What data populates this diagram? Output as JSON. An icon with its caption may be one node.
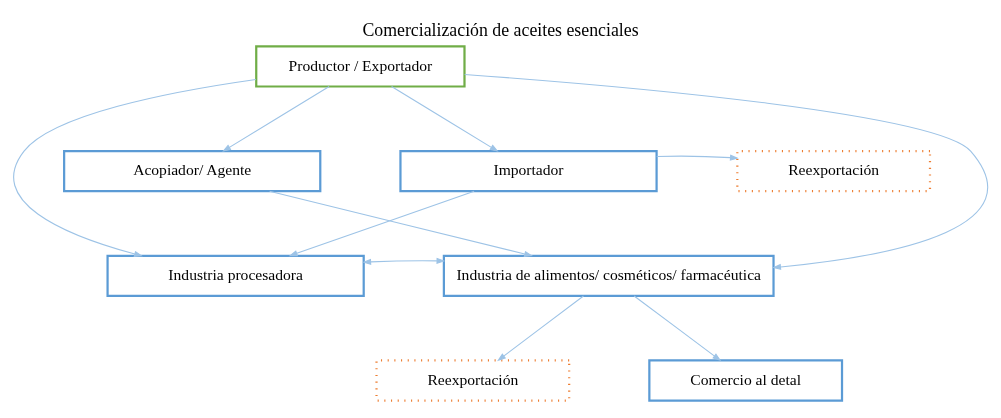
{
  "diagram": {
    "title": "Comercialización de aceites esenciales",
    "nodes": [
      {
        "text": [
          "Productor / Exportador"
        ]
      },
      {
        "text": [
          "Acopiador/ Agente"
        ]
      },
      {
        "text": [
          "Importador"
        ]
      },
      {
        "text": [
          "Reexportación"
        ]
      },
      {
        "text": [
          "Industria procesadora"
        ]
      },
      {
        "text": [
          "Industria de alimentos/ cosméticos/ farmacéutica"
        ]
      },
      {
        "text": [
          "Reexportación"
        ]
      },
      {
        "text": [
          "Comercio al detal"
        ]
      }
    ],
    "edges": [
      {
        "from": 0,
        "to": 1,
        "arrow": "to"
      },
      {
        "from": 0,
        "to": 4,
        "arrow": "to"
      },
      {
        "from": 0,
        "to": 5,
        "arrow": "to"
      },
      {
        "from": 0,
        "to": 2,
        "arrow": "to"
      },
      {
        "from": 2,
        "to": 3,
        "arrow": "to"
      },
      {
        "from": 1,
        "to": 5,
        "arrow": "to"
      },
      {
        "from": 2,
        "to": 4,
        "arrow": "to"
      },
      {
        "from": 4,
        "to": 5,
        "arrow": "both"
      },
      {
        "from": 5,
        "to": 6,
        "arrow": "to"
      },
      {
        "from": 5,
        "to": 7,
        "arrow": "to"
      }
    ]
  }
}
